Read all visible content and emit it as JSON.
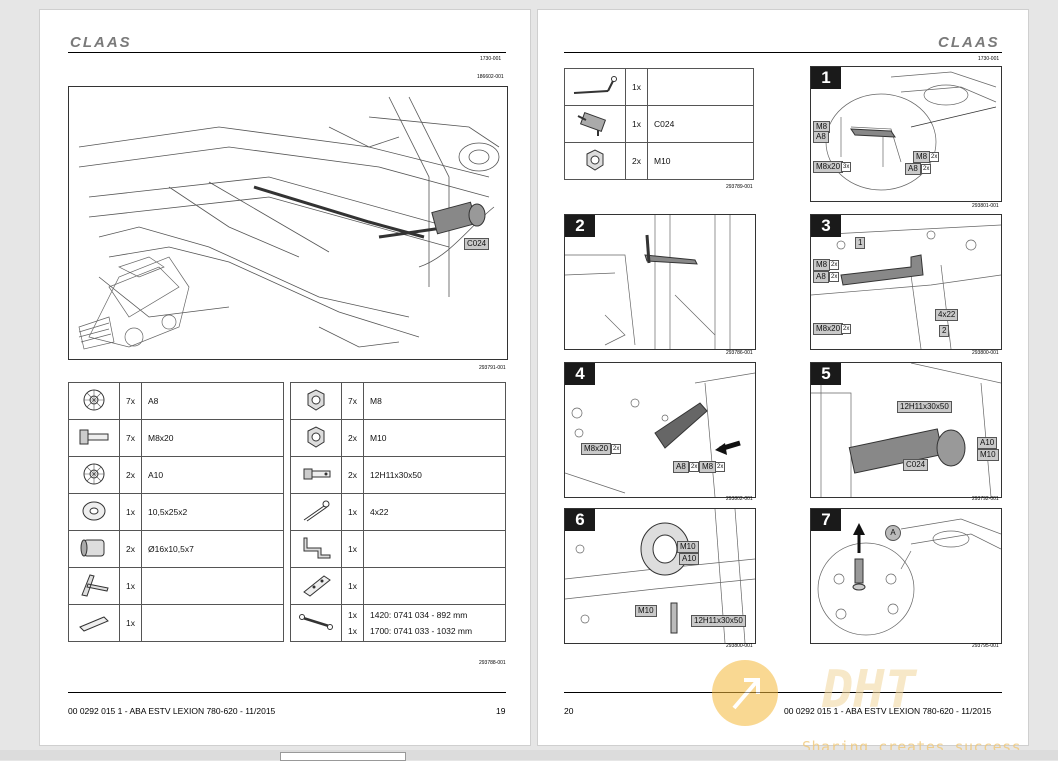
{
  "left_page": {
    "logo": "CLAAS",
    "ref_top": "1730-001",
    "ref_sub": "186602-001",
    "overview_callout": "C024",
    "overview_fig_ref": "293791-001",
    "parts_fig_ref": "293788-001",
    "footer_doc": "00 0292 015 1 - ABA ESTV LEXION 780-620 - 11/2015",
    "page_number": "19",
    "parts_left": [
      {
        "icon": "washer-a8-icon",
        "qty": "7x",
        "label": "A8"
      },
      {
        "icon": "bolt-m8x20-icon",
        "qty": "7x",
        "label": "M8x20"
      },
      {
        "icon": "washer-a10-icon",
        "qty": "2x",
        "label": "A10"
      },
      {
        "icon": "flat-washer-icon",
        "qty": "1x",
        "label": "10,5x25x2"
      },
      {
        "icon": "bushing-icon",
        "qty": "2x",
        "label": "Ø16x10,5x7"
      },
      {
        "icon": "lever-icon",
        "qty": "1x",
        "label": ""
      },
      {
        "icon": "plate-icon",
        "qty": "1x",
        "label": ""
      }
    ],
    "parts_right": [
      {
        "icon": "nut-m8-icon",
        "qty": "7x",
        "label": "M8"
      },
      {
        "icon": "nut-m10-icon",
        "qty": "2x",
        "label": "M10"
      },
      {
        "icon": "pin-icon",
        "qty": "2x",
        "label": "12H11x30x50"
      },
      {
        "icon": "split-pin-icon",
        "qty": "1x",
        "label": "4x22"
      },
      {
        "icon": "bracket-icon",
        "qty": "1x",
        "label": ""
      },
      {
        "icon": "mount-plate-icon",
        "qty": "1x",
        "label": ""
      }
    ],
    "parts_rod": {
      "icon": "rod-icon",
      "lines": [
        {
          "qty": "1x",
          "label": "1420: 0741 034 - 892 mm"
        },
        {
          "qty": "1x",
          "label": "1700: 0741 033 - 1032 mm"
        }
      ]
    }
  },
  "right_page": {
    "logo": "CLAAS",
    "ref_top": "1730-001",
    "footer_page": "20",
    "footer_doc": "00 0292 015 1 - ABA ESTV LEXION 780-620 - 11/2015",
    "small_parts": [
      {
        "icon": "crank-rod-icon",
        "qty": "1x",
        "label": ""
      },
      {
        "icon": "actuator-icon",
        "qty": "1x",
        "label": "C024"
      },
      {
        "icon": "nut-icon",
        "qty": "2x",
        "label": "M10"
      }
    ],
    "small_parts_ref": "293789-001",
    "steps": [
      {
        "num": "1",
        "ref": "293801-001"
      },
      {
        "num": "2",
        "ref": "293786-001"
      },
      {
        "num": "3",
        "ref": "293800-001"
      },
      {
        "num": "4",
        "ref": "293802-001"
      },
      {
        "num": "5",
        "ref": "293792-001"
      },
      {
        "num": "6",
        "ref": "293800-001"
      },
      {
        "num": "7",
        "ref": "293795-001"
      }
    ],
    "callouts": {
      "s1_m8": "M8",
      "s1_a8": "A8",
      "s1_m8x20": "M8x20",
      "s1_m8x20_cnt": "3x",
      "s1_m8b": "M8",
      "s1_m8b_cnt": "2x",
      "s1_a8b": "A8",
      "s1_a8b_cnt": "2x",
      "s3_m8": "M8",
      "s3_m8_cnt": "2x",
      "s3_a8": "A8",
      "s3_a8_cnt": "2x",
      "s3_1": "1",
      "s3_m8x20": "M8x20",
      "s3_m8x20_cnt": "2x",
      "s3_4x22": "4x22",
      "s3_2": "2",
      "s4_m8x20": "M8x20",
      "s4_m8x20_cnt": "2x",
      "s4_a8": "A8",
      "s4_a8_cnt": "2x",
      "s4_m8": "M8",
      "s4_m8_cnt": "2x",
      "s5_pin": "12H11x30x50",
      "s5_a10": "A10",
      "s5_m10": "M10",
      "s5_c024": "C024",
      "s6_m10": "M10",
      "s6_a10": "A10",
      "s6_m10b": "M10",
      "s6_pin": "12H11x30x50",
      "s7_a": "A"
    }
  },
  "watermark": {
    "brand": "DHT",
    "slogan": "Sharing creates success"
  }
}
